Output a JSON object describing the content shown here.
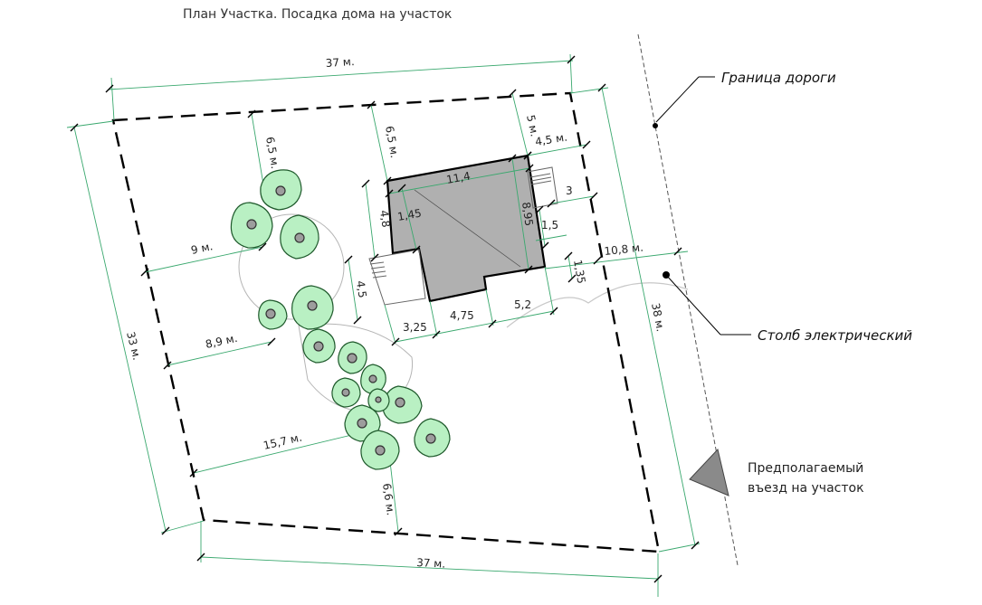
{
  "title": "План Участка. Посадка дома на участок",
  "labels": {
    "road_border": "Граница дороги",
    "electric_pole": "Столб электрический",
    "entrance_line1": "Предполагаемый",
    "entrance_line2": "въезд на участок"
  },
  "dimensions": {
    "top_width": "37 м.",
    "bottom_width": "37 м.",
    "left_height": "33 м.",
    "right_height": "38 м.",
    "tree_top_offset": "6,5 м.",
    "house_top_offset": "6,5 м.",
    "corner_top_offset": "5 м.",
    "house_right_offset": "4,5 м.",
    "house_width": "11,4",
    "house_depth": "8,95",
    "porch_width": "3",
    "porch_offset": "1,5",
    "road_offset": "10,8 м.",
    "small_offset": "1,35",
    "left_part_a": "4,8",
    "left_part_b": "1,45",
    "left_step": "4,5",
    "bottom_a": "3,25",
    "bottom_b": "4,75",
    "bottom_c": "5,2",
    "tree_dist_1": "9 м.",
    "tree_dist_2": "8,9 м.",
    "tree_dist_3": "15,7 м.",
    "tree_bottom_offset": "6,6 м."
  },
  "colors": {
    "house": "#b0b0b0",
    "tree_fill": "#b9f0c3",
    "dimension_line": "#3aa86e"
  }
}
